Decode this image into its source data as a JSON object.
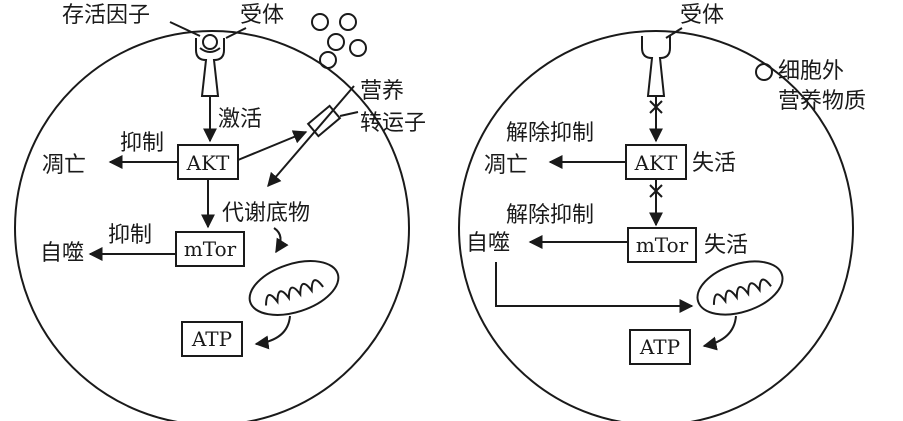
{
  "left_panel": {
    "survival_factor": "存活因子",
    "receptor": "受体",
    "activate": "激活",
    "nutrient_transporter_line1": "营养",
    "nutrient_transporter_line2": "转运子",
    "inhibit_apoptosis": "抑制",
    "apoptosis": "凋亡",
    "akt": "AKT",
    "metabolic_substrate": "代谢底物",
    "inhibit_autophagy": "抑制",
    "autophagy": "自噬",
    "mtor": "mTor",
    "atp": "ATP"
  },
  "right_panel": {
    "receptor": "受体",
    "extracellular_nutrient_line1": "细胞外",
    "extracellular_nutrient_line2": "营养物质",
    "release_inhibition_apoptosis": "解除抑制",
    "apoptosis": "凋亡",
    "akt": "AKT",
    "akt_state": "失活",
    "release_inhibition_autophagy": "解除抑制",
    "autophagy": "自噬",
    "mtor": "mTor",
    "mtor_state": "失活",
    "atp": "ATP"
  }
}
